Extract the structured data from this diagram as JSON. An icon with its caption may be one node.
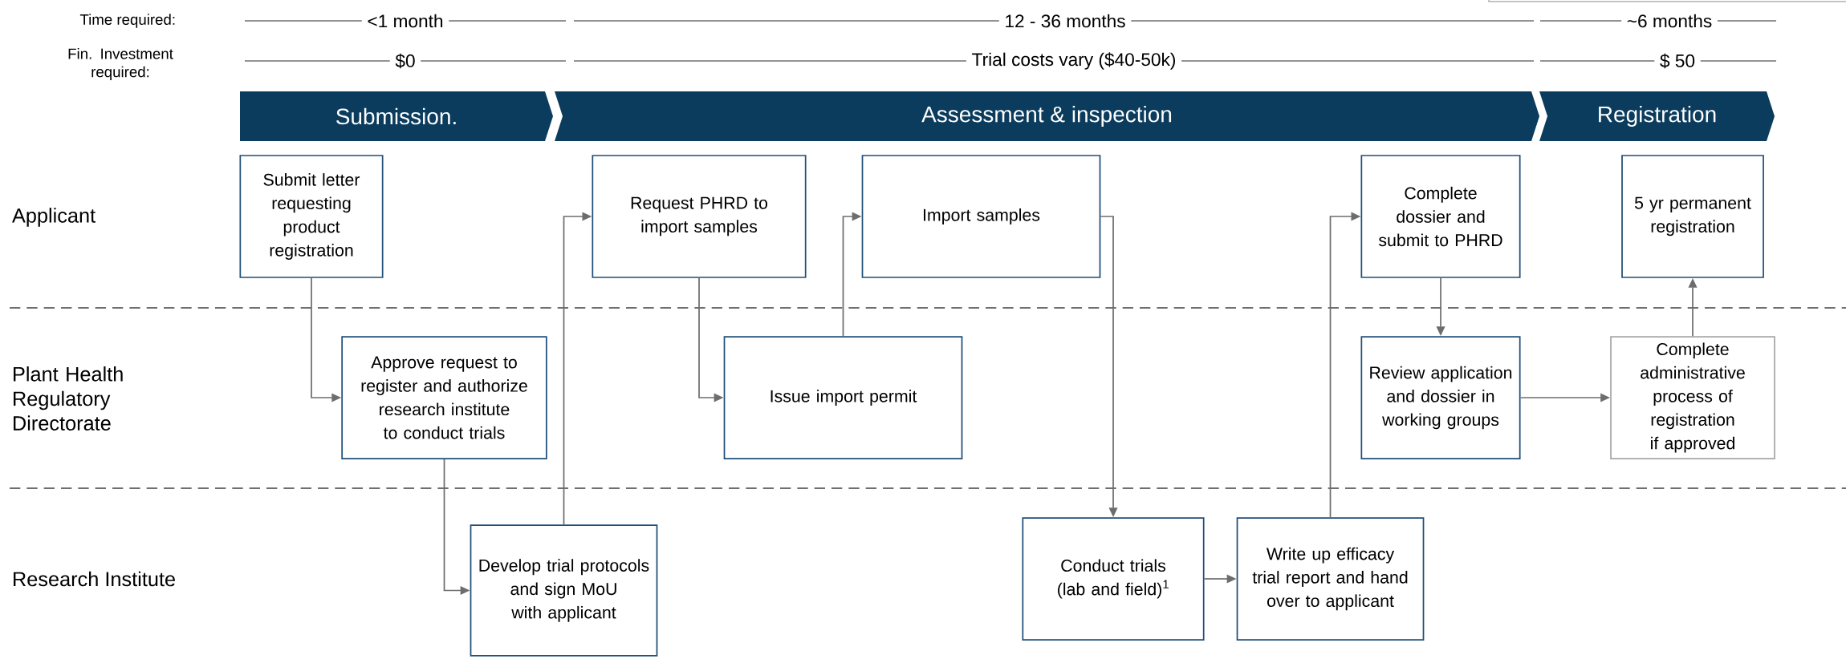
{
  "diagram": {
    "nodes": [
      {
        "text": [
          "Submission."
        ]
      },
      {
        "text": [
          "Assessment & inspection"
        ]
      },
      {
        "text": [
          "Registration"
        ]
      },
      {
        "text": [
          "Submit letter requesting product registration"
        ]
      },
      {
        "text": [
          "Request PHRD to import samples"
        ]
      },
      {
        "text": [
          "Import samples"
        ]
      },
      {
        "text": [
          "Complete dossier and submit to PHRD"
        ]
      },
      {
        "text": [
          "5 yr permanent registration"
        ]
      },
      {
        "text": [
          "Approve request to register and authorize research institute to conduct trials"
        ]
      },
      {
        "text": [
          "Issue import permit"
        ]
      },
      {
        "text": [
          "Review application and dossier in working groups"
        ]
      },
      {
        "text": [
          "Complete administrative process of registration if approved"
        ]
      },
      {
        "text": [
          "Develop trial protocols and sign MoU with applicant"
        ]
      },
      {
        "text": [
          "Conduct trials (lab and field)$^{1}$"
        ]
      },
      {
        "text": [
          "Write up efficacy trial report and hand over to applicant"
        ]
      }
    ],
    "edges": [
      {
        "from": 3,
        "to": 8,
        "arrow": "to"
      },
      {
        "from": 8,
        "to": 12,
        "arrow": "to"
      },
      {
        "from": 12,
        "to": 4,
        "arrow": "to"
      },
      {
        "from": 4,
        "to": 9,
        "arrow": "to"
      },
      {
        "from": 9,
        "to": 5,
        "arrow": "to"
      },
      {
        "from": 5,
        "to": 13,
        "arrow": "to"
      },
      {
        "from": 13,
        "to": 14,
        "arrow": "to"
      },
      {
        "from": 14,
        "to": 6,
        "arrow": "to"
      },
      {
        "from": 6,
        "to": 10,
        "arrow": "to"
      },
      {
        "from": 10,
        "to": 11,
        "arrow": "to"
      },
      {
        "from": 11,
        "to": 7,
        "arrow": "to"
      }
    ],
    "labels": [
      "Time required:",
      "<1 month",
      "12 - 36 months",
      "~6 months",
      "Fin. Investment required:",
      "$0",
      "Trial costs vary ($40-50k)",
      "$ 50",
      "Applicant",
      "Plant Health Regulatory Directorate",
      "Research Institute"
    ]
  }
}
